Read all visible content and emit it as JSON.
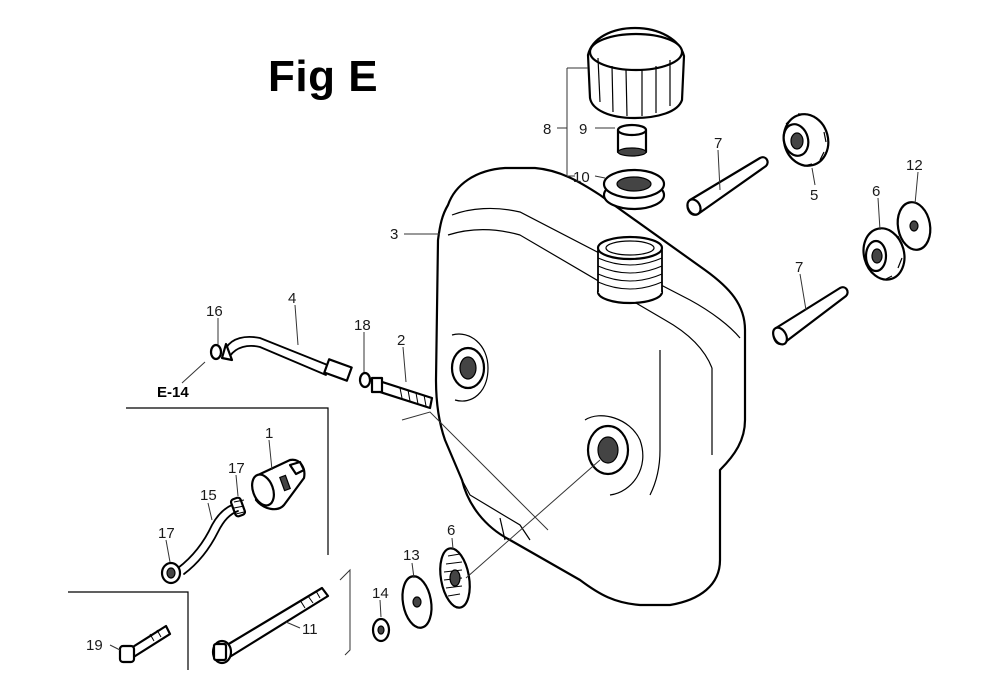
{
  "figure": {
    "title": "Fig E",
    "reference": "E-14"
  },
  "callouts": [
    {
      "id": "1",
      "label": "1"
    },
    {
      "id": "2",
      "label": "2"
    },
    {
      "id": "3",
      "label": "3"
    },
    {
      "id": "4",
      "label": "4"
    },
    {
      "id": "5",
      "label": "5"
    },
    {
      "id": "6a",
      "label": "6"
    },
    {
      "id": "6b",
      "label": "6"
    },
    {
      "id": "7a",
      "label": "7"
    },
    {
      "id": "7b",
      "label": "7"
    },
    {
      "id": "8",
      "label": "8"
    },
    {
      "id": "9",
      "label": "9"
    },
    {
      "id": "10",
      "label": "10"
    },
    {
      "id": "11",
      "label": "11"
    },
    {
      "id": "12",
      "label": "12"
    },
    {
      "id": "13",
      "label": "13"
    },
    {
      "id": "14",
      "label": "14"
    },
    {
      "id": "15",
      "label": "15"
    },
    {
      "id": "16",
      "label": "16"
    },
    {
      "id": "17a",
      "label": "17"
    },
    {
      "id": "17b",
      "label": "17"
    },
    {
      "id": "18",
      "label": "18"
    },
    {
      "id": "19",
      "label": "19"
    }
  ]
}
